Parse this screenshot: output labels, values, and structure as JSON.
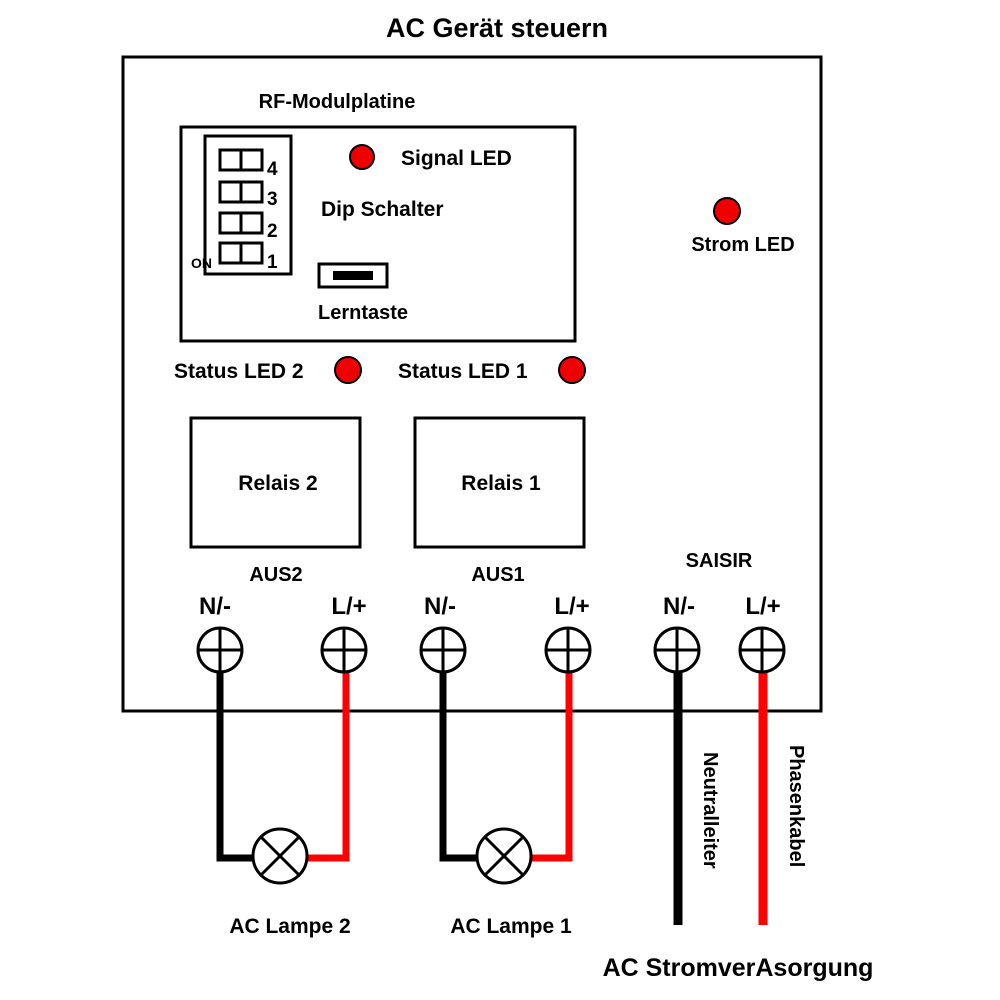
{
  "title": "AC Gerät steuern",
  "rf_module": {
    "label": "RF-Modulplatine",
    "signal_led": "Signal LED",
    "dip_label": "Dip Schalter",
    "dip_numbers": [
      "4",
      "3",
      "2",
      "1"
    ],
    "dip_on": "ON",
    "learn_label": "Lerntaste"
  },
  "power_led": "Strom LED",
  "status_led_2": "Status LED 2",
  "status_led_1": "Status LED 1",
  "relay_2": "Relais 2",
  "relay_1": "Relais 1",
  "out_2": "AUS2",
  "out_1": "AUS1",
  "input": "SAISIR",
  "terminals": [
    "N/-",
    "L/+",
    "N/-",
    "L/+",
    "N/-",
    "L/+"
  ],
  "lamp_2": "AC Lampe 2",
  "lamp_1": "AC Lampe 1",
  "neutral_wire": "Neutralleiter",
  "phase_wire": "Phasenkabel",
  "supply": "AC StromverAsorgung",
  "colors": {
    "led": "#ee0000",
    "phase": "#ff0000",
    "neutral": "#000000"
  }
}
